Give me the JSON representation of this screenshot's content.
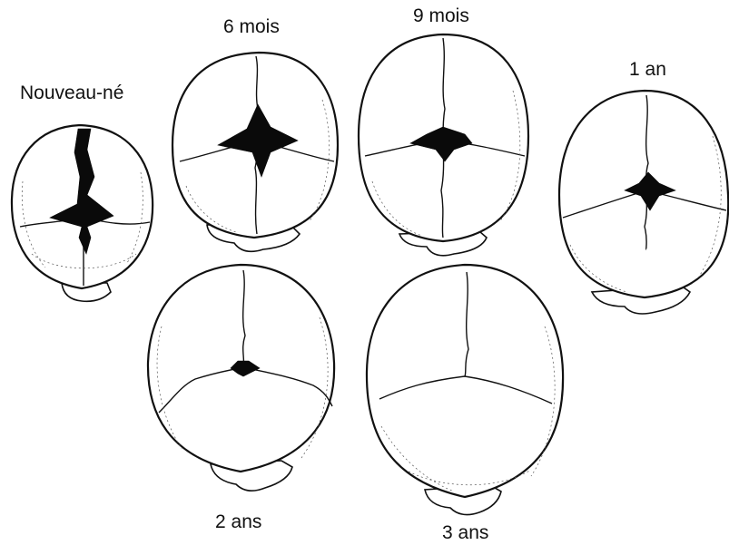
{
  "figure": {
    "background": "#ffffff",
    "ink": "#111111"
  },
  "labels": {
    "newborn": "Nouveau-né",
    "six_months": "6 mois",
    "nine_months": "9 mois",
    "one_year": "1 an",
    "two_years": "2 ans",
    "three_years": "3 ans"
  }
}
